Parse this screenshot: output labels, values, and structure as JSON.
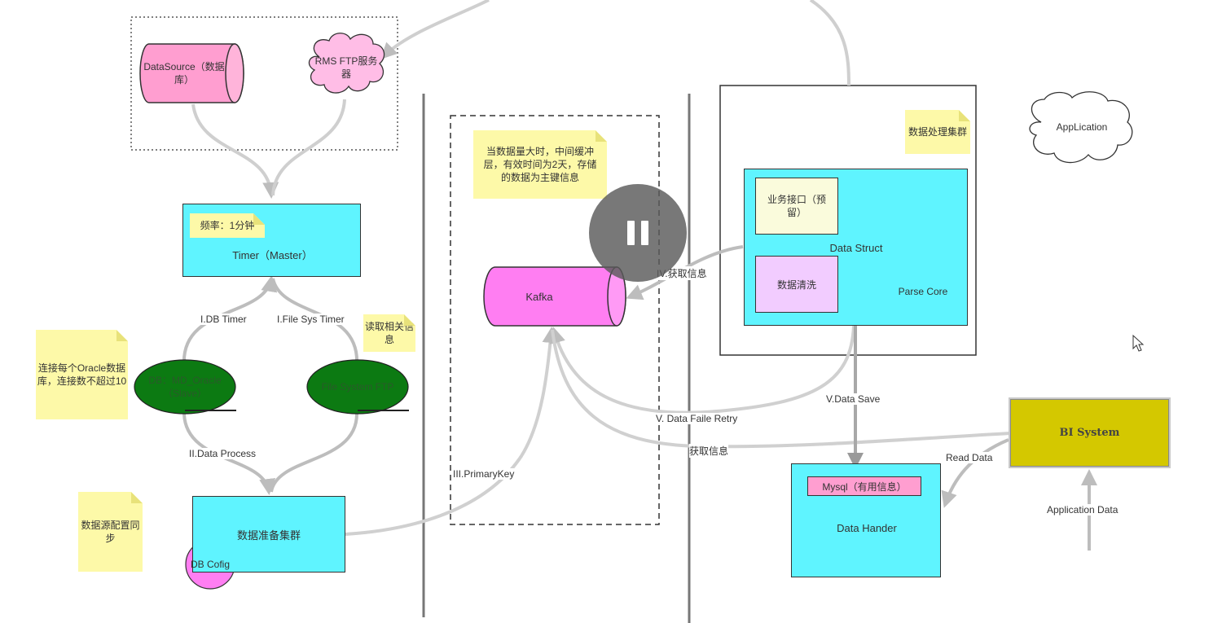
{
  "sources": {
    "datasource": "DataSource（数据库）",
    "ftp": "RMS FTP服务器"
  },
  "timer": {
    "title": "Timer（Master）",
    "freq_note": "频率：1分钟"
  },
  "slaves": {
    "db": "DB：MD_Oracle（Slave）",
    "fs": "File System FTP"
  },
  "notes": {
    "oracle": "连接每个Oracle数据库，连接数不超过10",
    "read_info": "读取相关信息",
    "sync": "数据源配置同步",
    "kafka": "当数据量大时，中间缓冲层，有效时间为2天，存储的数据为主键信息",
    "cluster": "数据处理集群"
  },
  "edges": {
    "db_timer": "I.DB Timer",
    "fs_timer": "I.File Sys Timer",
    "data_process": "II.Data Process",
    "primary_key": "III.PrimaryKey",
    "get_info_iv": "IV.获取信息",
    "retry": "V. Data Faile Retry",
    "get_info": "获取信息",
    "data_save": "V.Data Save",
    "read_data": "Read Data",
    "app_data": "Application Data"
  },
  "prep": {
    "title": "数据准备集群",
    "dbconfig": "DB Cofig"
  },
  "kafka": {
    "label": "Kafka"
  },
  "processing": {
    "biz_api": "业务接口（预留）",
    "data_struct": "Data Struct",
    "cleaning": "数据清洗",
    "parse_core": "Parse Core"
  },
  "storage": {
    "mysql": "Mysql（有用信息）",
    "title": "Data Hander"
  },
  "bi": {
    "title": "BI System"
  },
  "app": {
    "title": "AppLication"
  },
  "colors": {
    "cyan": "#5ff4ff",
    "pink": "#ff9ed0",
    "magenta": "#ff7ef2",
    "green": "#0c7a12",
    "note_yellow": "#fdf9a8",
    "olive": "#d4c800",
    "orange": "#ff9a3c",
    "lavender": "#f2ccff",
    "cream": "#fafbdc"
  },
  "icons": [
    "pause-icon",
    "mouse-cursor-icon"
  ]
}
